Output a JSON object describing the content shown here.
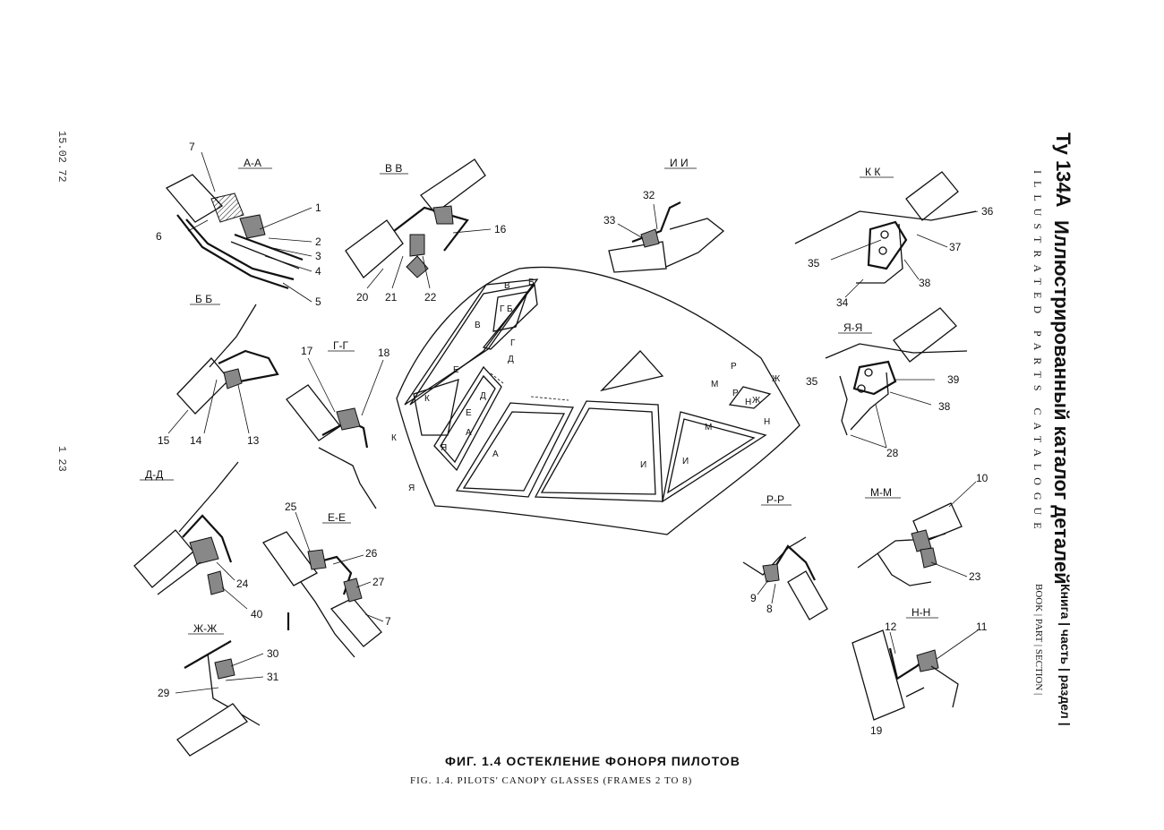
{
  "caption": {
    "ru": "ФИГ. 1.4 ОСТЕКЛЕНИЕ ФОНОРЯ ПИЛОТОВ",
    "en": "FIG. 1.4. PILOTS' CANOPY GLASSES (FRAMES 2 TO 8)"
  },
  "side": {
    "logo": "Ту 134А",
    "title": "Иллюстрированный каталог деталей",
    "subtitle": "ILLUSTRATED PARTS CATALOGUE",
    "book_ru": "Книга | часть | раздел |",
    "book_en": "BOOK | PART | SECTION |"
  },
  "stamp_date": "15.02 72",
  "stamp_page": "1 23",
  "sections": {
    "aa": "А-А",
    "bb": "Б Б",
    "vv": "В В",
    "gg": "Г-Г",
    "dd": "Д-Д",
    "ee": "Е-Е",
    "zhzh": "Ж-Ж",
    "ii": "И И",
    "kk": "К К",
    "yaya": "Я-Я",
    "pp": "Р-Р",
    "mm": "М-М",
    "nn": "Н-Н"
  },
  "callouts": {
    "c1": "1",
    "c2": "2",
    "c3": "3",
    "c4": "4",
    "c5": "5",
    "c6": "6",
    "c7": "7",
    "c8": "8",
    "c9": "9",
    "c10": "10",
    "c11": "11",
    "c12": "12",
    "c13": "13",
    "c14": "14",
    "c15": "15",
    "c16": "16",
    "c17": "17",
    "c18": "18",
    "c19": "19",
    "c20": "20",
    "c21": "21",
    "c22": "22",
    "c23": "23",
    "c24": "24",
    "c25": "25",
    "c26": "26",
    "c27": "27",
    "c7b": "7",
    "c28": "28",
    "c29": "29",
    "c30": "30",
    "c31": "31",
    "c32": "32",
    "c33": "33",
    "c34": "34",
    "c35": "35",
    "c35b": "35",
    "c36": "36",
    "c37": "37",
    "c38": "38",
    "c38b": "38",
    "c39": "39",
    "c40": "40"
  },
  "canopy_marks": {
    "v": "В",
    "b": "Б",
    "g": "Г",
    "b2": "Б",
    "g2": "Г",
    "v2": "В",
    "d": "Д",
    "d2": "Д",
    "e": "Е",
    "e2": "Е",
    "k": "К",
    "k2": "К",
    "a": "А",
    "a2": "А",
    "ya": "Я",
    "ya2": "Я",
    "i": "И",
    "i2": "И",
    "r": "Р",
    "r2": "Р",
    "zh": "Ж",
    "zh2": "Ж",
    "m": "М",
    "m2": "М",
    "n": "Н",
    "n2": "Н"
  }
}
